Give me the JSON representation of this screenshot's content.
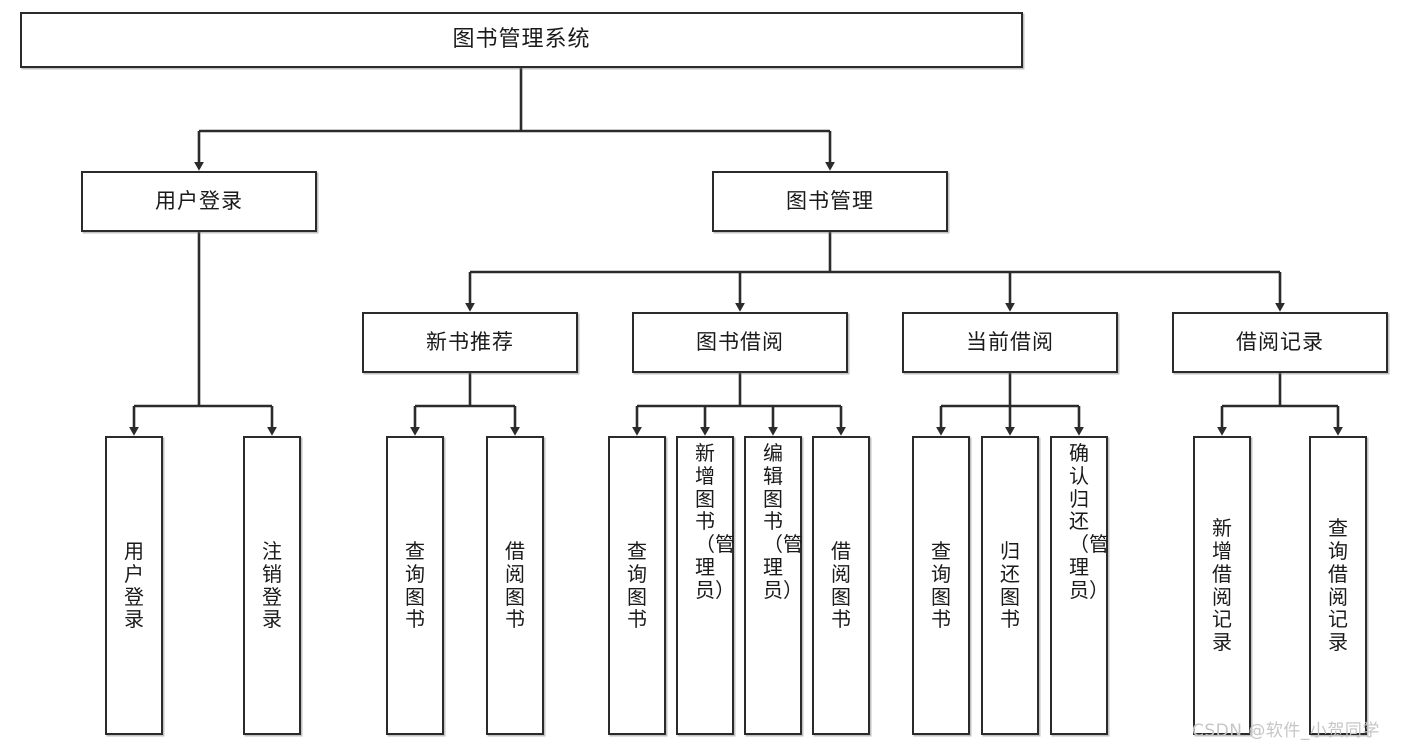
{
  "diagram": {
    "title": "图书管理系统",
    "root": {
      "id": "root",
      "label": "图书管理系统"
    },
    "level2": [
      {
        "id": "login",
        "label": "用户登录"
      },
      {
        "id": "bookmgmt",
        "label": "图书管理"
      }
    ],
    "level3": [
      {
        "id": "newbook",
        "label": "新书推荐"
      },
      {
        "id": "borrow",
        "label": "图书借阅"
      },
      {
        "id": "current",
        "label": "当前借阅"
      },
      {
        "id": "records",
        "label": "借阅记录"
      }
    ],
    "leaves": [
      {
        "id": "leaf-user-login",
        "label": "用户登录",
        "parent": "login"
      },
      {
        "id": "leaf-user-logout",
        "label": "注销登录",
        "parent": "login"
      },
      {
        "id": "leaf-query-book-1",
        "label": "查询图书",
        "parent": "newbook"
      },
      {
        "id": "leaf-borrow-book-1",
        "label": "借阅图书",
        "parent": "newbook"
      },
      {
        "id": "leaf-query-book-2",
        "label": "查询图书",
        "parent": "borrow"
      },
      {
        "id": "leaf-add-book",
        "label": "新增图书（管理员）",
        "parent": "borrow"
      },
      {
        "id": "leaf-edit-book",
        "label": "编辑图书（管理员）",
        "parent": "borrow"
      },
      {
        "id": "leaf-borrow-book-2",
        "label": "借阅图书",
        "parent": "borrow"
      },
      {
        "id": "leaf-query-book-3",
        "label": "查询图书",
        "parent": "current"
      },
      {
        "id": "leaf-return-book",
        "label": "归还图书",
        "parent": "current"
      },
      {
        "id": "leaf-confirm-return",
        "label": "确认归还（管理员）",
        "parent": "current"
      },
      {
        "id": "leaf-add-record",
        "label": "新增借阅记录",
        "parent": "records"
      },
      {
        "id": "leaf-query-record",
        "label": "查询借阅记录",
        "parent": "records"
      }
    ],
    "colors": {
      "stroke": "#2b2b2b",
      "fill": "#ffffff",
      "text": "#1a1a1a",
      "watermark": "#c6c6c6"
    }
  },
  "watermark": {
    "text": "CSDN @软件_小贺同学"
  }
}
